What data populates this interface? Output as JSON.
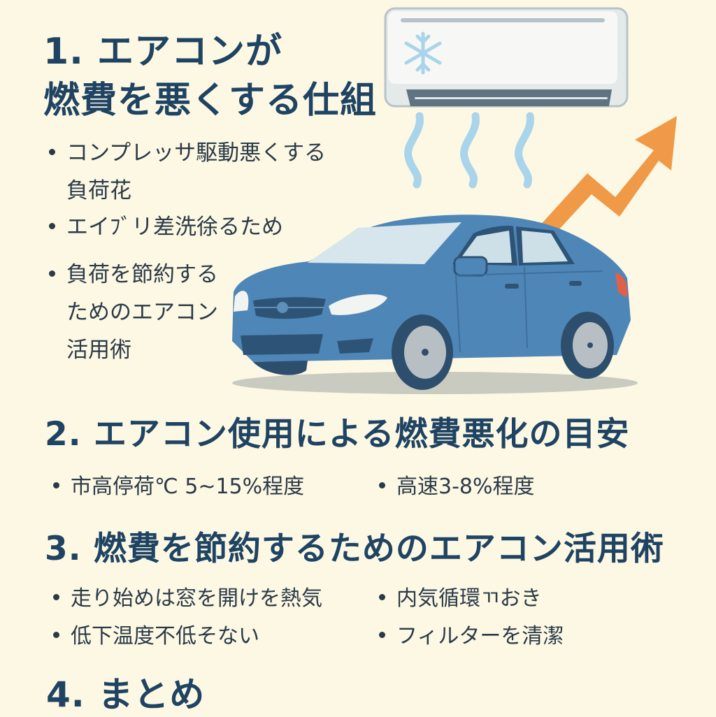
{
  "section1": {
    "heading_line1": "1. エアコンが",
    "heading_line2": "燃費を悪くする仕組",
    "bullets": [
      {
        "line1": "コンプレッサ駆動悪くする",
        "line2": "負荷花"
      },
      {
        "line1": "エイﾌﾞリ差洗徐るため"
      },
      {
        "line1": "負荷を節約する",
        "line2": "ためのエアコン",
        "line3": "活用術"
      }
    ]
  },
  "section2": {
    "heading": "2. エアコン使用による燃費悪化の目安",
    "bullets": [
      {
        "text": "市高停荷℃ 5~15%程度"
      },
      {
        "text": "高速3-8%程度"
      }
    ]
  },
  "section3": {
    "heading": "3. 燃費を節約するためのエアコン活用術",
    "bullets": [
      {
        "text": "走り始めは窓を開けを熱気"
      },
      {
        "text": "内気循環ㄲおき"
      },
      {
        "text": "低下温度不低そない"
      },
      {
        "text": "フィルターを清潔"
      }
    ]
  },
  "section4": {
    "heading": "4. まとめ"
  },
  "illustration": {
    "icons": [
      "air-conditioner-icon",
      "snowflake-icon",
      "cold-air-wave-icon",
      "rising-arrow-icon",
      "car-icon"
    ],
    "colors": {
      "background": "#fdf8e4",
      "heading": "#1f4463",
      "body_text": "#2b3a47",
      "car_body": "#4f86b8",
      "car_dark": "#2d5476",
      "arrow": "#f09a48",
      "air_wave": "#a9d4ea",
      "ac_unit": "#f5f7f6",
      "ac_vent": "#5f7380"
    }
  }
}
